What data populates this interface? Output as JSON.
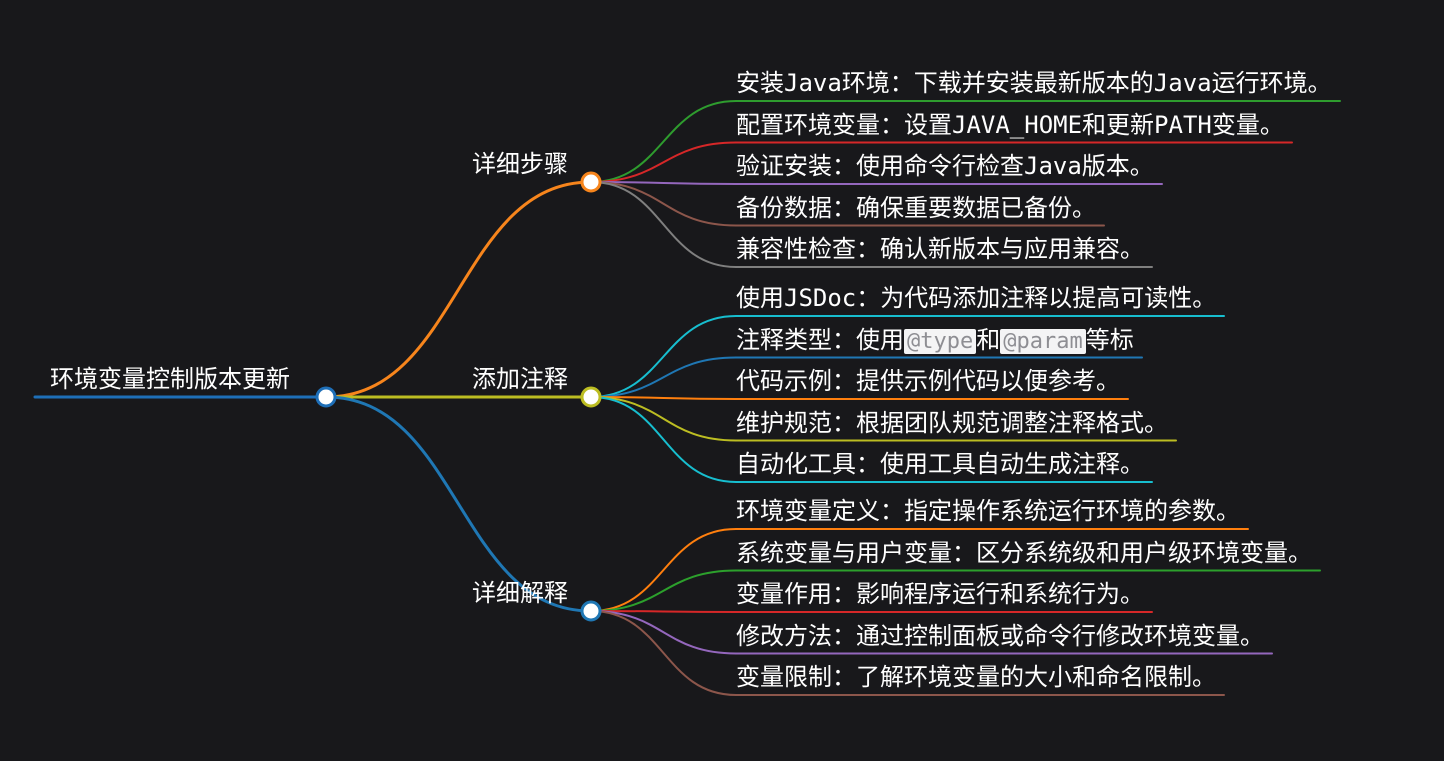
{
  "mindmap": {
    "root": {
      "label": "环境变量控制版本更新",
      "color": "#1e6fb8"
    },
    "branches": [
      {
        "label": "详细步骤",
        "color": "#f7851c",
        "children": [
          {
            "label": "安装Java环境：下载并安装最新版本的Java运行环境。",
            "color": "#2e9c2e"
          },
          {
            "label": "配置环境变量：设置JAVA_HOME和更新PATH变量。",
            "color": "#d62728"
          },
          {
            "label": "验证安装：使用命令行检查Java版本。",
            "color": "#9467bd"
          },
          {
            "label": "备份数据：确保重要数据已备份。",
            "color": "#8c564b"
          },
          {
            "label": "兼容性检查：确认新版本与应用兼容。",
            "color": "#7f7f7f"
          }
        ]
      },
      {
        "label": "添加注释",
        "color": "#bcbd22",
        "children": [
          {
            "label": "使用JSDoc：为代码添加注释以提高可读性。",
            "color": "#17becf"
          },
          {
            "label_parts": [
              {
                "text": "注释类型：使用"
              },
              {
                "text": "@type",
                "code": true
              },
              {
                "text": "和"
              },
              {
                "text": "@param",
                "code": true
              },
              {
                "text": "等标"
              }
            ],
            "color": "#1f77b4"
          },
          {
            "label": "代码示例：提供示例代码以便参考。",
            "color": "#ff7f0e"
          },
          {
            "label": "维护规范：根据团队规范调整注释格式。",
            "color": "#bcbd22"
          },
          {
            "label": "自动化工具：使用工具自动生成注释。",
            "color": "#17becf"
          }
        ]
      },
      {
        "label": "详细解释",
        "color": "#1f77b4",
        "children": [
          {
            "label": "环境变量定义：指定操作系统运行环境的参数。",
            "color": "#ff7f0e"
          },
          {
            "label": "系统变量与用户变量：区分系统级和用户级环境变量。",
            "color": "#2ca02c"
          },
          {
            "label": "变量作用：影响程序运行和系统行为。",
            "color": "#d62728"
          },
          {
            "label": "修改方法：通过控制面板或命令行修改环境变量。",
            "color": "#9467bd"
          },
          {
            "label": "变量限制：了解环境变量的大小和命名限制。",
            "color": "#8c564b"
          }
        ]
      }
    ]
  }
}
